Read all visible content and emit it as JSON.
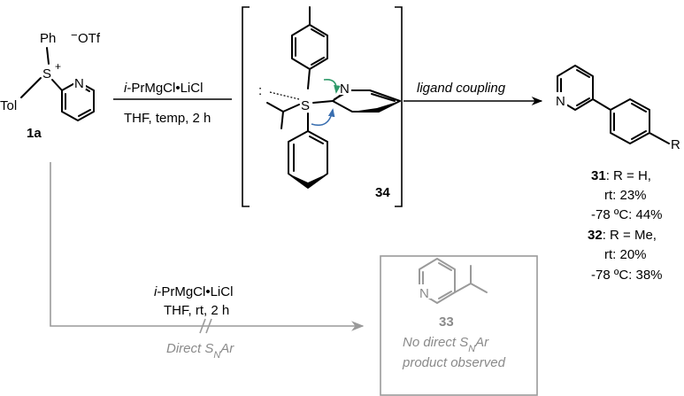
{
  "start": {
    "ph": "Ph",
    "s": "S",
    "plus": "+",
    "tol": "Tol",
    "n": "N",
    "minus": "−",
    "otf": "OTf",
    "id": "1a"
  },
  "step1": {
    "reagent_italic": "i",
    "reagent_rest": "-PrMgCl•LiCl",
    "conditions": "THF, temp, 2 h"
  },
  "intermediate": {
    "s": "S",
    "n": "N",
    "id": "34"
  },
  "step2": {
    "label": "ligand coupling"
  },
  "product": {
    "n": "N",
    "r": "R",
    "line1_id": "31",
    "line1_rest": ": R = H,",
    "line2": "rt: 23%",
    "line3": "-78 ºC: 44%",
    "line4_id": "32",
    "line4_rest": ": R = Me,",
    "line5": "rt: 20%",
    "line6": "-78 ºC: 38%"
  },
  "lower": {
    "reagent_italic": "i",
    "reagent_rest": "-PrMgCl•LiCl",
    "conditions": "THF, rt, 2 h",
    "direct_prefix": "Direct S",
    "direct_sub": "N",
    "direct_suffix": "Ar"
  },
  "unobserved": {
    "n": "N",
    "id": "33",
    "note1_prefix": "No direct S",
    "note1_sub": "N",
    "note1_suffix": "Ar",
    "note2": "product observed"
  },
  "colors": {
    "black": "#000000",
    "gray_text": "#8a8a8a",
    "gray_line": "#9a9a9a",
    "arrow_blue": "#3a6fb0",
    "arrow_green": "#2f9a6a"
  }
}
